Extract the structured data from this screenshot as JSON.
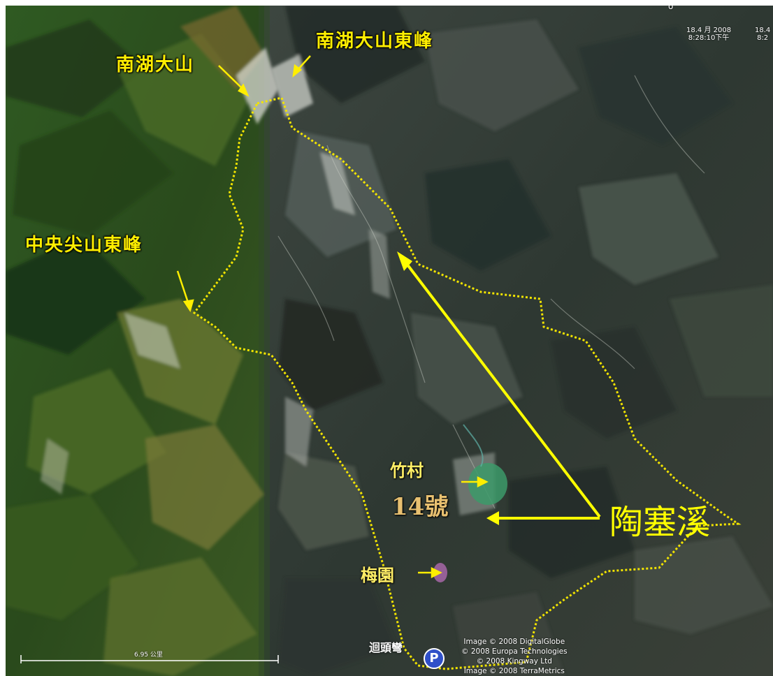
{
  "labels": {
    "nanhu_main": "南湖大山",
    "nanhu_east": "南湖大山東峰",
    "zhongyang_east": "中央尖山東峰",
    "zhucun_line1": "竹村",
    "zhucun_line2": "14號",
    "meiyuan": "梅園",
    "taosai": "陶塞溪",
    "uturn": "迴頭彎",
    "parking": "P"
  },
  "stamps": {
    "date1_line1": "18.4 月 2008",
    "date1_line2": "8:28:10下午",
    "date2_line1": "18.4",
    "date2_line2": "8:2",
    "corner_mark": "ő"
  },
  "scale": {
    "text": "6.95 公里"
  },
  "credits": [
    "Image © 2008 DigitalGlobe",
    "© 2008 Europa Technologies",
    "© 2008 Kingway Ltd",
    "Image © 2008 TerraMetrics"
  ],
  "colors": {
    "route": "#f2e400",
    "arrow": "#ffff00",
    "lake": "#3c9a6a",
    "plum": "#c070c0"
  }
}
